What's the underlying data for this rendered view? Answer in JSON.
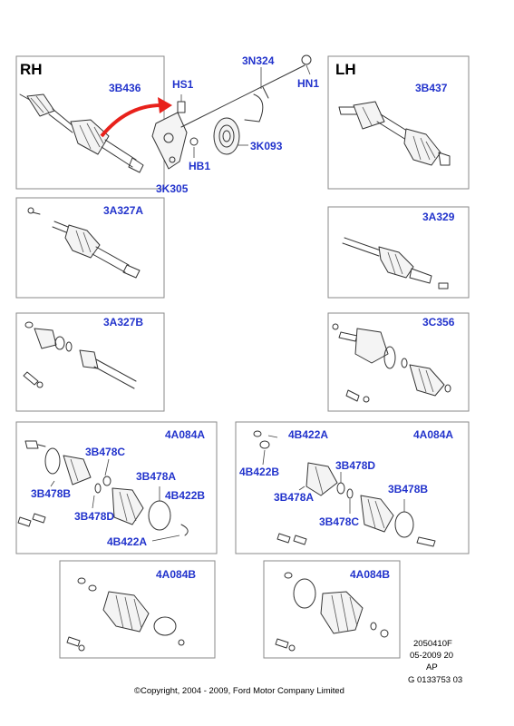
{
  "side_labels": {
    "rh": "RH",
    "lh": "LH"
  },
  "labels": {
    "3B436": "3B436",
    "3N324": "3N324",
    "HS1": "HS1",
    "HN1": "HN1",
    "3K093": "3K093",
    "HB1": "HB1",
    "3K305": "3K305",
    "3B437": "3B437",
    "3A327A": "3A327A",
    "3A329": "3A329",
    "3A327B": "3A327B",
    "3C356": "3C356",
    "4A084A_rh": "4A084A",
    "3B478C_rh": "3B478C",
    "3B478A_rh": "3B478A",
    "3B478B_rh": "3B478B",
    "3B478D_rh": "3B478D",
    "4B422B_rh": "4B422B",
    "4B422A_rh": "4B422A",
    "4B422A_lh": "4B422A",
    "4A084A_lh": "4A084A",
    "4B422B_lh": "4B422B",
    "3B478D_lh": "3B478D",
    "3B478A_lh": "3B478A",
    "3B478B_lh": "3B478B",
    "3B478C_lh": "3B478C",
    "4A084B_rh": "4A084B",
    "4A084B_lh": "4A084B"
  },
  "reference": {
    "line1": "2050410F",
    "line2": "05-2009 20",
    "line3": "AP",
    "line4": "G 0133753 03"
  },
  "copyright": "©Copyright, 2004 - 2009, Ford Motor Company Limited",
  "colors": {
    "label": "#2233cc",
    "arrow": "#e8211b",
    "frame": "#8a8a8a"
  }
}
